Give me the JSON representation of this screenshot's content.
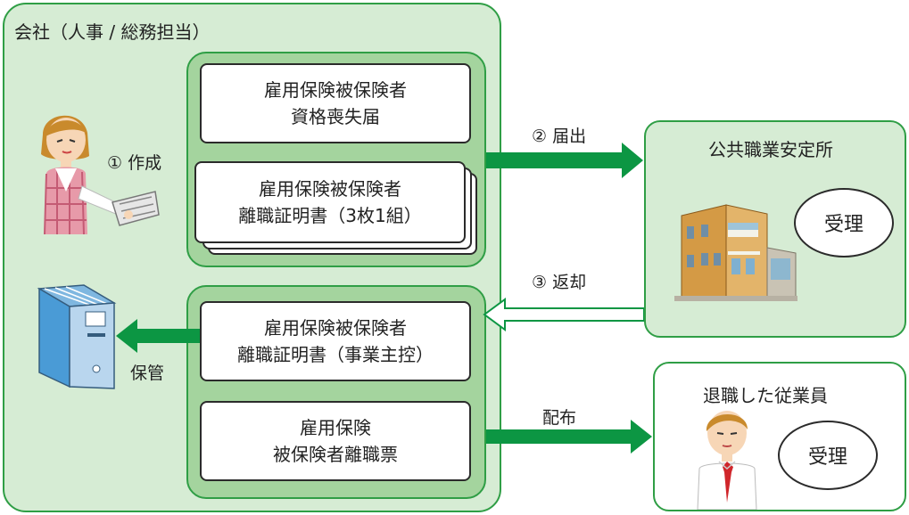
{
  "company": {
    "title": "会社（人事 / 総務担当）"
  },
  "documents": {
    "loss_notice": [
      "雇用保険被保険者",
      "資格喪失届"
    ],
    "separation_cert": [
      "雇用保険被保険者",
      "離職証明書（3枚1組）"
    ],
    "separation_cert_copy": [
      "雇用保険被保険者",
      "離職証明書（事業主控）"
    ],
    "separation_slip": [
      "雇用保険",
      "被保険者離職票"
    ]
  },
  "steps": {
    "create": "① 作成",
    "submit": "② 届出",
    "return": "③ 返却",
    "store": "保管",
    "distribute": "配布"
  },
  "office": {
    "title": "公共職業安定所",
    "status": "受理"
  },
  "employee": {
    "title": "退職した従業員",
    "status": "受理"
  },
  "colors": {
    "arrow": "#0c9643",
    "border": "#2f9e45",
    "panel": "#d6ecd4",
    "group": "#a4d49e"
  }
}
